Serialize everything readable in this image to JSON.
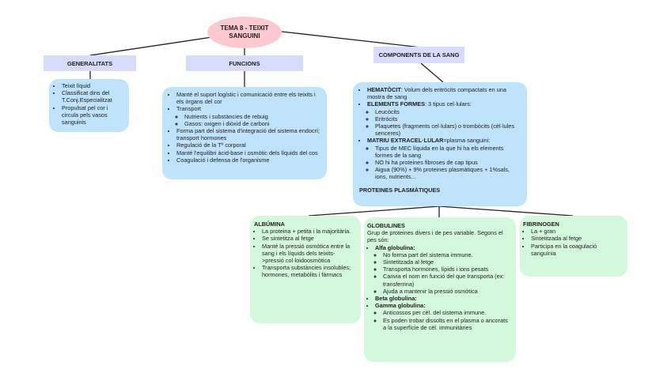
{
  "root": {
    "line1": "TEMA 8 - TEIXIT",
    "line2": "SANGUINI"
  },
  "headers": {
    "generalitats": "GENERALITATS",
    "funcions": "FUNCIONS",
    "components": "COMPONENTS DE LA SANG"
  },
  "generalitats": {
    "items": [
      "Teixit líquid",
      "Classificat dins del T.Conj.Especialitzat",
      "Propulsat pel cor i circula pels vasos sanguinis"
    ]
  },
  "funcions": {
    "item1": "Manté el suport logístic i comunicació entre els teixits i els òrgans del cor",
    "item2": "Transport",
    "item2_sub": [
      "Nutrients i substàncies de rebuig",
      "Gasos: oxigen i diòxid de carboni"
    ],
    "item3": "Forma part del sistema d'integració del sistema endocrí; transport hormones",
    "item4": "Regulació de la Tº corporal",
    "item5": "Manté l'equilibri àcid-base i osmòtic dels líquids del cos",
    "item6": "Coagulació i defensa de l'organisme"
  },
  "components": {
    "hematocit_label": "HEMATÒCIT",
    "hematocit_text": ": Volum dels eritròcits compactats en una mostra de sang",
    "elements_label": "ELEMENTS FORMES",
    "elements_text": ": 3 tipus cel·lulars:",
    "elements_sub": [
      "Leucòcits",
      "Eritròcits",
      "Plaquetes (fragments cel·lulars) o trombòcits (cèl·lules senceres)"
    ],
    "matriu_label": "MATRIU EXTRACEL·LULAR",
    "matriu_text": "=plasma sanguini:",
    "matriu_sub": [
      "Tipus de MEC líquida en la que hi ha els elements formes de la sang",
      "NO hi ha proteines fibroses de cap tipus",
      "Aigua (90%) + 9% proteines plasmàtiques + 1%sals, ions, nutrients..."
    ],
    "proteines_title": "PROTEINES PLASMÀTIQUES"
  },
  "albumina": {
    "title": "ALBÚMINA",
    "items": [
      "La proteina + petita i la majoritària.",
      "Se sintetitza al fetge",
      "Manté la pressió osmòtica entre la sang i els líquids dels teixits->pressió col·loidoosmòtica",
      "Transporta substàncies insolubles; hormones, metabòlits i fàrmacs"
    ]
  },
  "globulines": {
    "title": "GLOBULINES",
    "intro": "Grup de proteines divers i de pes variable. Segons el pes són:",
    "alfa_label": "Alfa globulina:",
    "alfa_sub": [
      "No forma part del sistema immune.",
      "Sintetitzada al fetge",
      "Transporta hormones, lípids i ions pesats",
      "Canvia el nom en funció del que transporta (ex: transferrina)",
      "Ajuda a mantenir la pressió osmòtica"
    ],
    "beta_label": "Beta globulina:",
    "gamma_label": "Gamma globulina:",
    "gamma_sub": [
      "Anticossos per cèl. del sistema immune.",
      "Es poden trobar dissolts en el plasma o ancorats a la superfície de cèl. immunitàries"
    ]
  },
  "fibrinogen": {
    "title": "FIBRINOGEN",
    "items": [
      "La + gran",
      "Sintetitzada al fetge",
      "Participa en la coagulació sanguínia"
    ]
  }
}
